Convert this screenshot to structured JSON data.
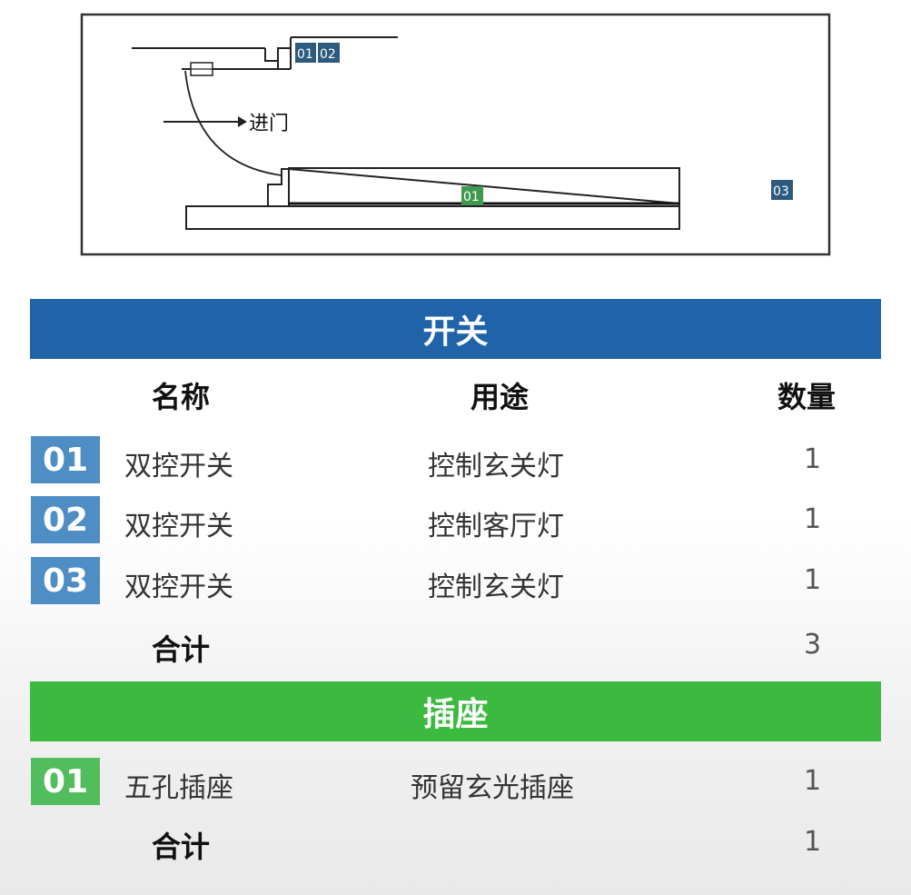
{
  "plan": {
    "entry_label": "进门",
    "tags": [
      "01",
      "02",
      "01",
      "03"
    ],
    "colors": {
      "blue_tag": "#2d5a7e",
      "green_tag": "#3f9a4f"
    }
  },
  "switch_section": {
    "title": "开关",
    "color": "#1f63a8",
    "headers": {
      "name": "名称",
      "use": "用途",
      "qty": "数量"
    },
    "rows": [
      {
        "no": "01",
        "name": "双控开关",
        "use": "控制玄关灯",
        "qty": "1"
      },
      {
        "no": "02",
        "name": "双控开关",
        "use": "控制客厅灯",
        "qty": "1"
      },
      {
        "no": "03",
        "name": "双控开关",
        "use": "控制玄关灯",
        "qty": "1"
      }
    ],
    "total_label": "合计",
    "total_value": "3"
  },
  "socket_section": {
    "title": "插座",
    "color": "#3cb93f",
    "rows": [
      {
        "no": "01",
        "name": "五孔插座",
        "use": "预留玄光插座",
        "qty": "1"
      }
    ],
    "total_label": "合计",
    "total_value": "1"
  }
}
